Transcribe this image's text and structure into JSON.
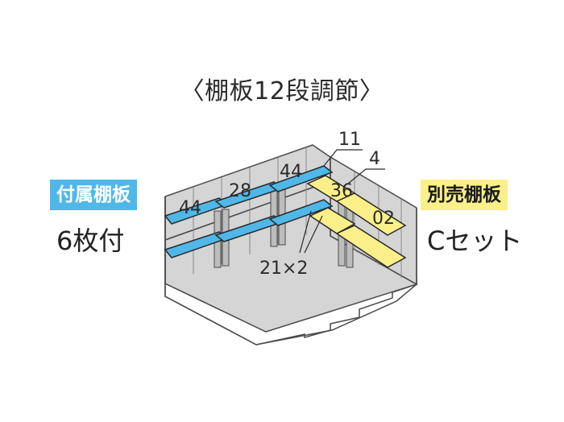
{
  "title": "〈棚板12段調節〉",
  "left_badge": "付属棚板",
  "left_caption": "6枚付",
  "right_badge": "別売棚板",
  "right_caption": "Cセット",
  "labels": {
    "n44a": "44",
    "n28": "28",
    "n44b": "44",
    "n11": "11",
    "n4": "4",
    "n36": "36",
    "n02": "02",
    "n21x2": "21×2"
  },
  "colors": {
    "included_shelf": "#4fb8e8",
    "optional_shelf": "#fbef8a",
    "interior": "#d5d5d5",
    "outline": "#4a4a4a"
  }
}
